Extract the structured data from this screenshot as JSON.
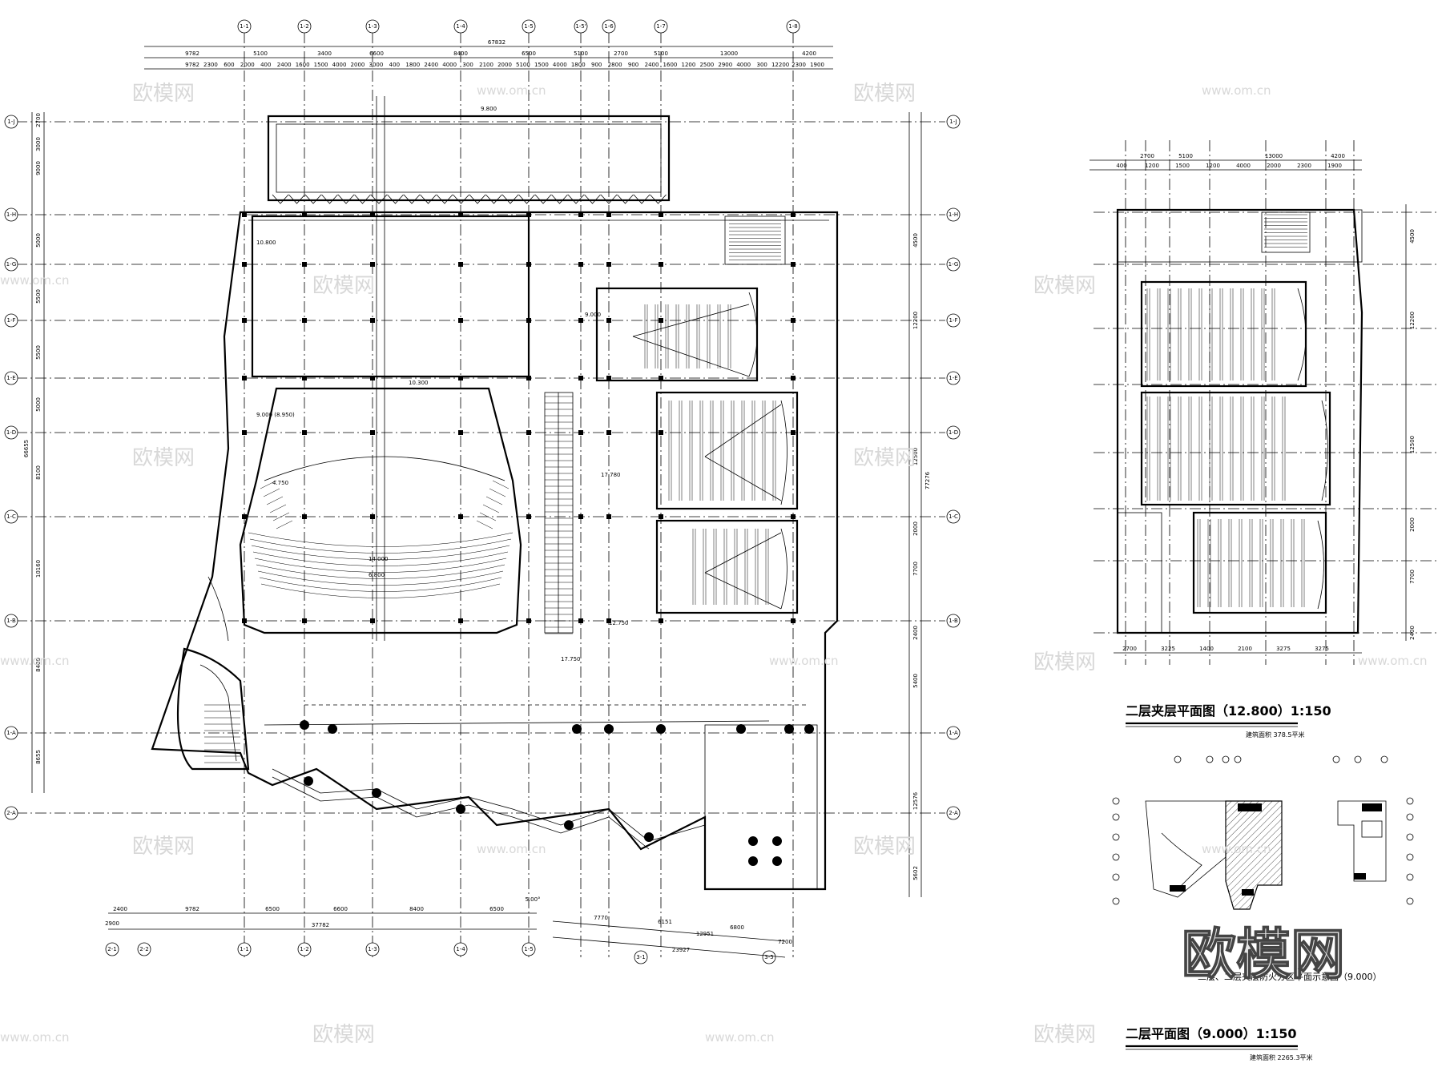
{
  "main_plan": {
    "title": "",
    "top_total_dim": "67832",
    "top_dims_row1": [
      "9782",
      "5100",
      "3400",
      "6600",
      "8400",
      "6500",
      "5100",
      "2700",
      "5100",
      "13000",
      "4200"
    ],
    "top_dims_row2": [
      "9782",
      "2300",
      "600",
      "2000",
      "400",
      "2400",
      "1600",
      "1500",
      "4000",
      "2000",
      "3000",
      "400",
      "1800",
      "2400",
      "4000",
      "300",
      "2100",
      "2000",
      "5100",
      "1500",
      "4000",
      "1800",
      "900",
      "2800",
      "900",
      "2400",
      "1600",
      "1200",
      "2500",
      "2900",
      "4000",
      "300",
      "12200",
      "2300",
      "1900"
    ],
    "bottom_dims_row1": [
      "2400",
      "9782",
      "6500",
      "6600",
      "8400",
      "6500"
    ],
    "bottom_total": "37782",
    "bottom_dims_row2": [
      "7770",
      "6151",
      "6800"
    ],
    "bottom_total_2": "12951",
    "bottom_total_3": "23927",
    "bottom_misc": [
      "2900",
      "7200",
      "5.00°"
    ],
    "left_dims": [
      "2700",
      "3000",
      "9000",
      "5000",
      "5500",
      "5500",
      "5000",
      "8100",
      "10160",
      "8400",
      "8655",
      "66655"
    ],
    "right_dims": [
      "4500",
      "12200",
      "12500",
      "2000",
      "7700",
      "2400",
      "5400",
      "12576",
      "5602",
      "77276"
    ],
    "axis_top": [
      "1-1",
      "1-2",
      "1-3",
      "1-4",
      "1-5",
      "1-5'",
      "1-6",
      "1-7",
      "1-8"
    ],
    "axis_left": [
      "1-J",
      "1-H",
      "1-G",
      "1-F",
      "1-E",
      "1-D",
      "1-C",
      "1-B",
      "1-A",
      "2-A"
    ],
    "axis_bottom": [
      "2-1",
      "2-2",
      "1-1",
      "1-2",
      "1-3",
      "1-4",
      "1-5",
      "3-1",
      "3-5"
    ],
    "labels": [
      "9.800",
      "10.800",
      "9.000",
      "10.300",
      "9.000 (8.950)",
      "17.780",
      "17.750",
      "6.800",
      "14.000",
      "12.750",
      "4.750"
    ],
    "watermark_site": "www.om.cn",
    "watermark_brand": "欧模网"
  },
  "mezzanine_plan": {
    "title": "二层夹层平面图（12.800）1:150",
    "area": "建筑面积 378.5平米",
    "top_dims": [
      "2700",
      "5100",
      "13000",
      "4200"
    ],
    "top_dims_2": [
      "400",
      "1200",
      "1500",
      "1200",
      "4000",
      "2000",
      "2300",
      "1900"
    ],
    "right_dims": [
      "4500",
      "12200",
      "12500",
      "2000",
      "7700",
      "2400"
    ],
    "bottom_dims": [
      "2700",
      "3225",
      "1400",
      "2100",
      "3275",
      "3275"
    ]
  },
  "fire_zone_plan": {
    "title": "二层、二层夹层防火分区平面示意图（9.000）"
  },
  "second_floor_caption": {
    "title": "二层平面图（9.000）1:150",
    "area": "建筑面积 2265.3平米"
  },
  "brand_logo": "欧模网"
}
